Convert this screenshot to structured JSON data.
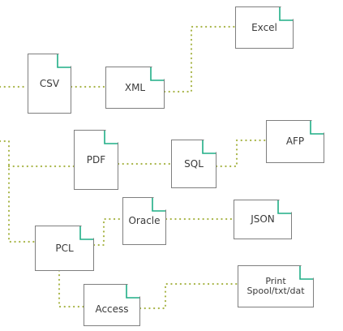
{
  "diagram": {
    "colors": {
      "connector": "#a8b548",
      "fold_accent": "#1fae86",
      "border": "#7f7f7f",
      "text": "#3a3a3a"
    },
    "nodes": {
      "excel": "Excel",
      "csv": "CSV",
      "xml": "XML",
      "afp": "AFP",
      "pdf": "PDF",
      "sql": "SQL",
      "oracle": "Oracle",
      "json": "JSON",
      "pcl": "PCL",
      "access": "Access",
      "print": "Print\nSpool/txt/dat"
    }
  }
}
